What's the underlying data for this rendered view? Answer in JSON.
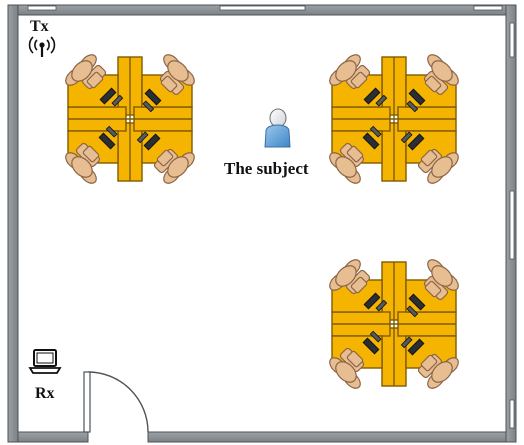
{
  "labels": {
    "transmitter": "Tx",
    "receiver": "Rx",
    "subject": "The subject"
  },
  "icons": {
    "transmitter": "wifi-antenna-icon",
    "receiver": "laptop-icon",
    "subject": "person-icon",
    "workstation": "desk-chair-computer-icon"
  },
  "colors": {
    "wall": "#8d9296",
    "wall_edge": "#4e5358",
    "desk": "#f5b400",
    "desk_edge": "#7f5b00",
    "chair": "#e7bd92",
    "chair_edge": "#8c6545",
    "monitor": "#2b2f33",
    "subject_body": "#6ea8da",
    "subject_head": "#e8e8e8"
  }
}
